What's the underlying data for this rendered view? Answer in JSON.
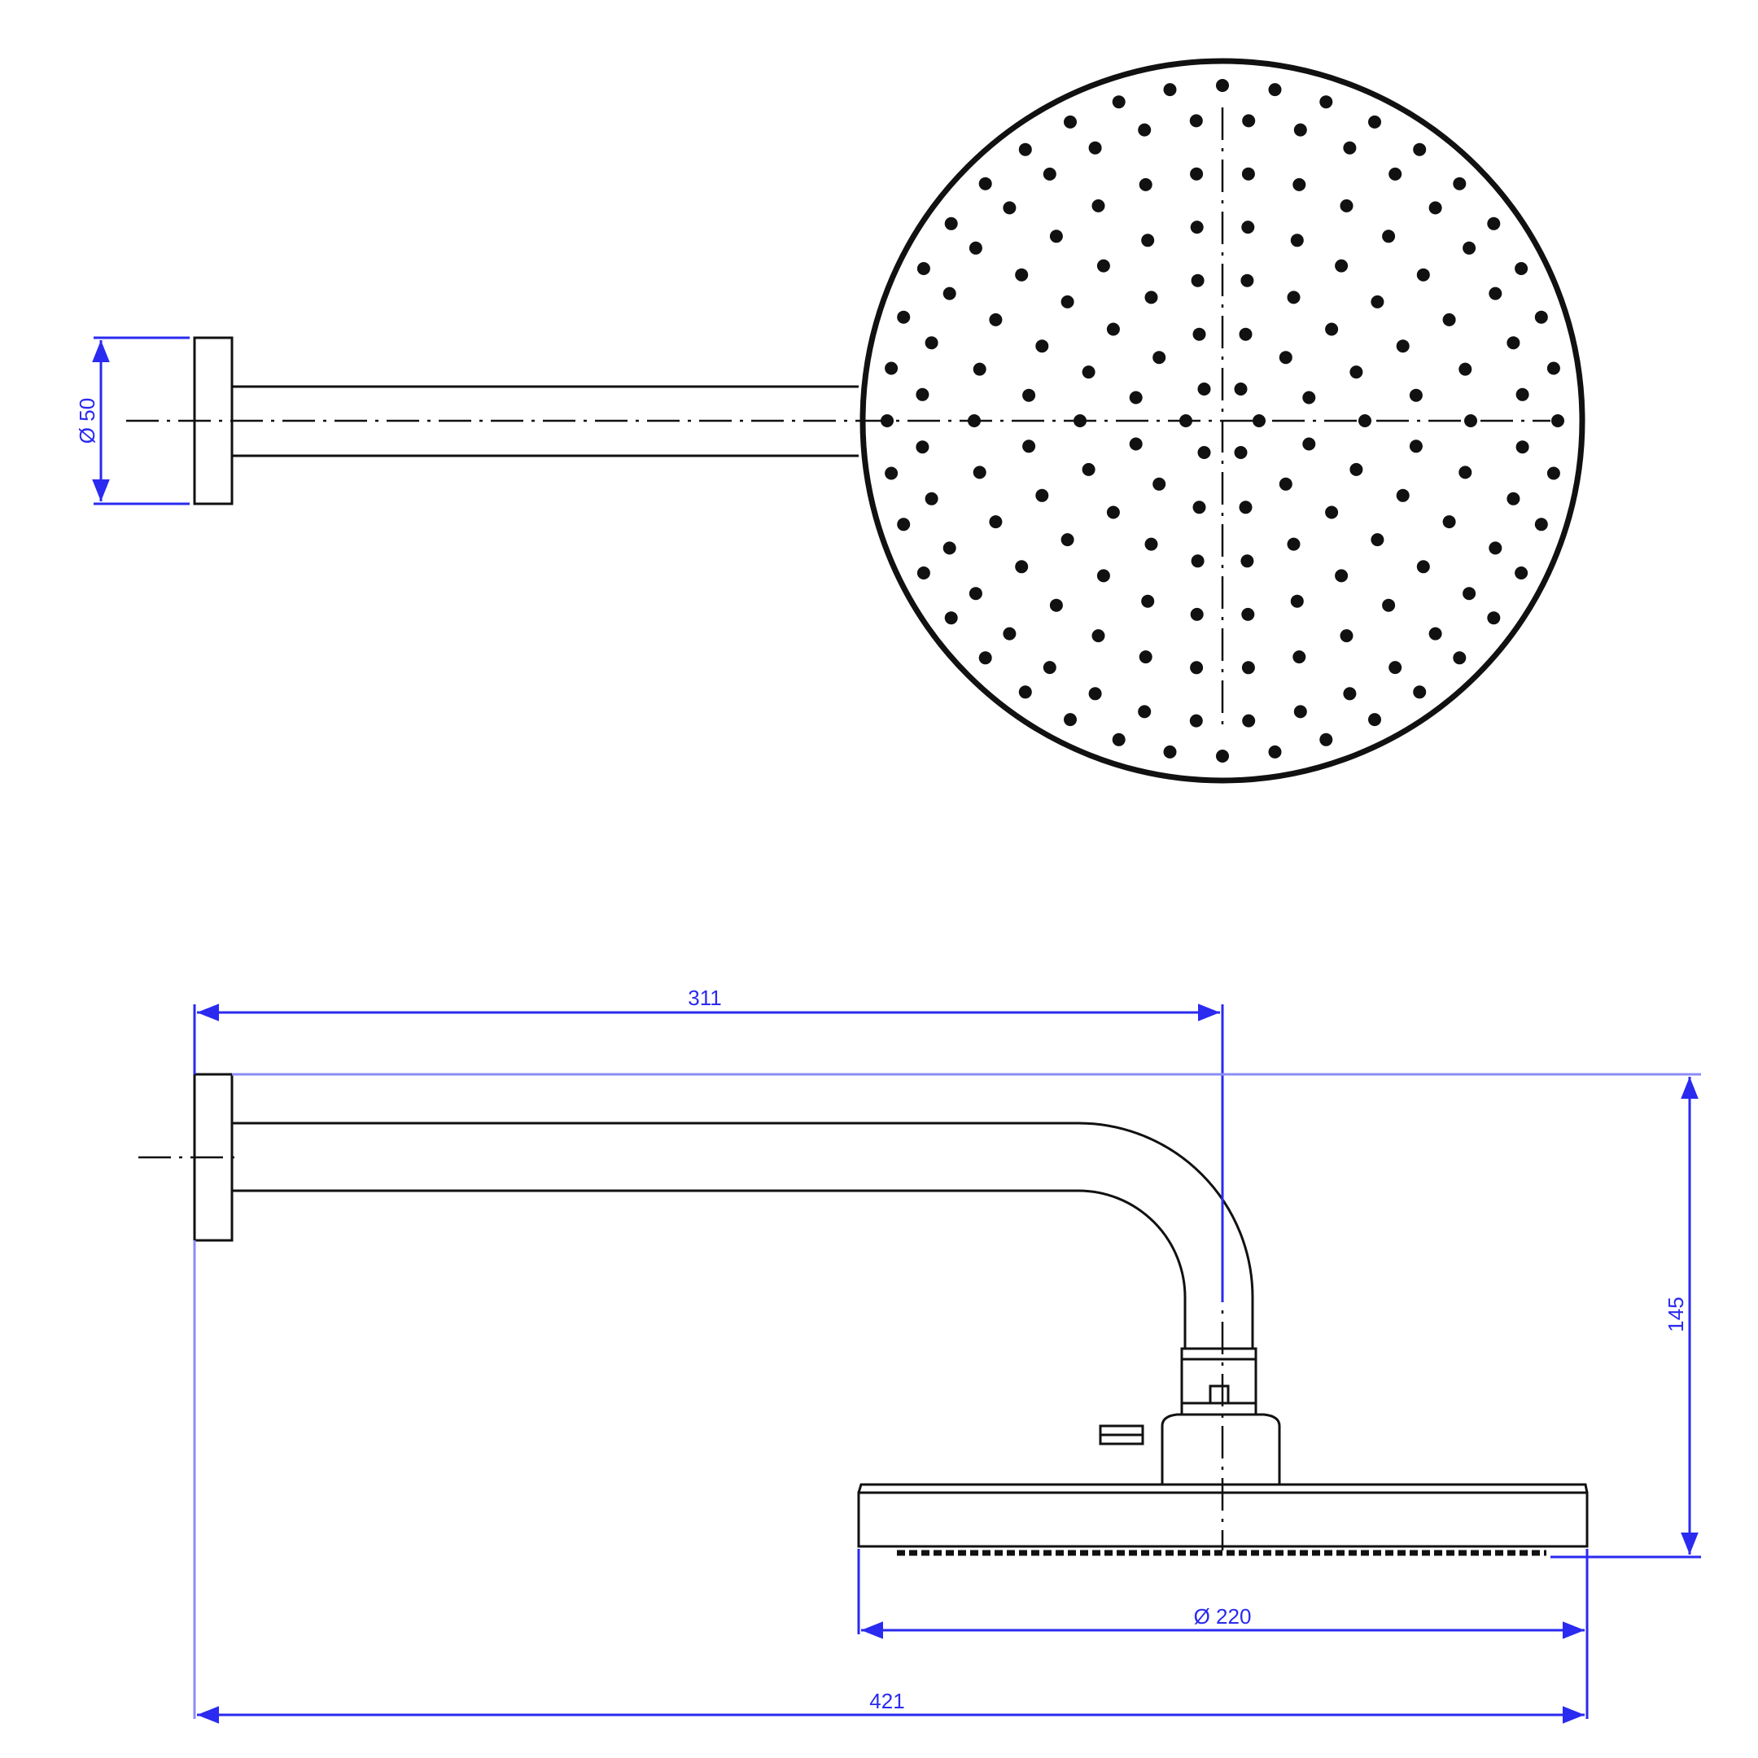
{
  "colors": {
    "outline": "#111111",
    "dimension": "#2a2af0",
    "dimension_light": "#8c8cf5"
  },
  "dimensions": {
    "flange_diameter": "Ø 50",
    "arm_reach": "311",
    "height": "145",
    "head_diameter": "Ø 220",
    "overall_length": "421"
  }
}
